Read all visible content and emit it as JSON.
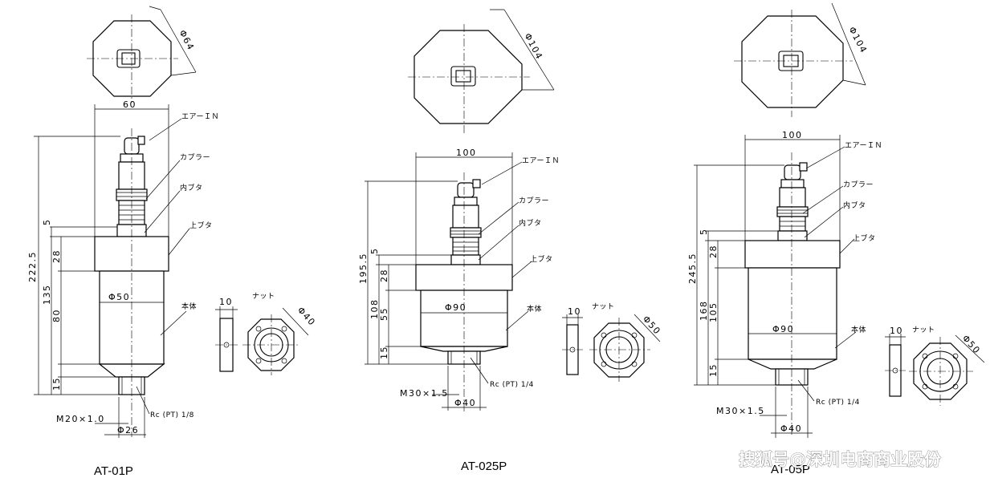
{
  "drawings": [
    {
      "model": "AT-01P",
      "top_view_dia": "Φ64",
      "width": "60",
      "overall_height": "222.5",
      "dims": [
        "5",
        "28",
        "135",
        "80",
        "15"
      ],
      "body_dia": "Φ50",
      "thread": "M20×1.0",
      "port": "Rc (PT) 1/8",
      "bottom_dia": "Φ26",
      "nut_thickness": "10",
      "nut_dia": "Φ40"
    },
    {
      "model": "AT-025P",
      "top_view_dia": "Φ104",
      "width": "100",
      "overall_height": "195.5",
      "dims": [
        "5",
        "28",
        "108",
        "55",
        "15"
      ],
      "body_dia": "Φ90",
      "thread": "M30×1.5",
      "port": "Rc (PT) 1/4",
      "bottom_dia": "Φ40",
      "nut_thickness": "10",
      "nut_dia": "Φ50"
    },
    {
      "model": "AT-05P",
      "top_view_dia": "Φ104",
      "width": "100",
      "overall_height": "245.5",
      "dims": [
        "5",
        "28",
        "168",
        "105",
        "15"
      ],
      "body_dia": "Φ90",
      "thread": "M30×1.5",
      "port": "Rc (PT) 1/4",
      "bottom_dia": "Φ40",
      "nut_thickness": "10",
      "nut_dia": "Φ50"
    }
  ],
  "callouts": {
    "air_in": "エアーＩＮ",
    "coupler": "カプラー",
    "inner_lid": "内ブタ",
    "upper_lid": "上ブタ",
    "body": "本体",
    "nut": "ナット"
  },
  "watermark": "搜狐号@深圳电商商业股份"
}
